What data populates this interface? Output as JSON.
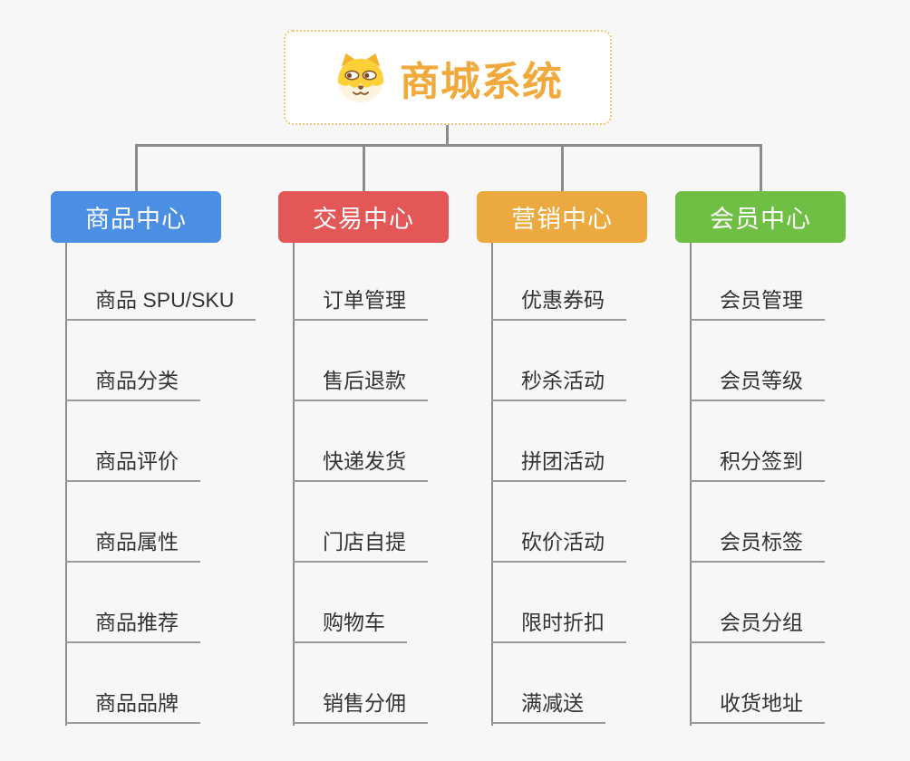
{
  "root": {
    "title": "商城系统",
    "icon": "dog-face-icon",
    "title_color": "#f0a93a",
    "border_color": "#f7c573"
  },
  "connector_color": "#8c8c8c",
  "underline_color": "#9a9a9a",
  "leaf_text_color": "#333333",
  "background_color": "#f7f7f7",
  "branches": [
    {
      "label": "商品中心",
      "color": "#4a8fe4",
      "children": [
        "商品 SPU/SKU",
        "商品分类",
        "商品评价",
        "商品属性",
        "商品推荐",
        "商品品牌"
      ]
    },
    {
      "label": "交易中心",
      "color": "#e35757",
      "children": [
        "订单管理",
        "售后退款",
        "快递发货",
        "门店自提",
        "购物车",
        "销售分佣"
      ]
    },
    {
      "label": "营销中心",
      "color": "#eca93f",
      "children": [
        "优惠券码",
        "秒杀活动",
        "拼团活动",
        "砍价活动",
        "限时折扣",
        "满减送"
      ]
    },
    {
      "label": "会员中心",
      "color": "#6fbf44",
      "children": [
        "会员管理",
        "会员等级",
        "积分签到",
        "会员标签",
        "会员分组",
        "收货地址"
      ]
    }
  ]
}
